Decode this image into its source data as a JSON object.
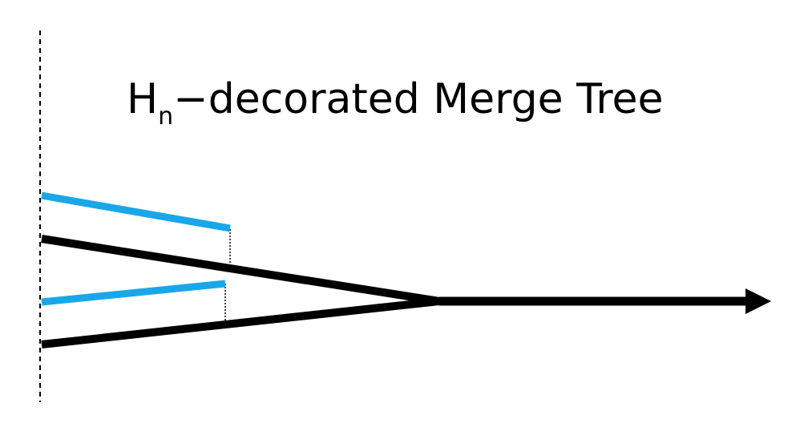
{
  "title": {
    "main": "H",
    "subscript": "n",
    "rest": "−decorated  Merge Tree"
  },
  "colors": {
    "tree": "#000000",
    "decoration": "#1aa7e8",
    "guide": "#000000"
  },
  "icons": {
    "arrowhead": "arrowhead-icon"
  }
}
